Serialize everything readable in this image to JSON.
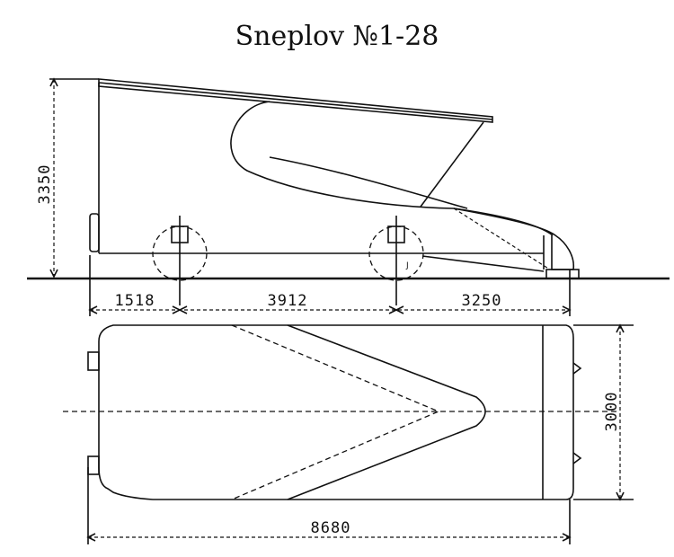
{
  "title": "Sneplov №1-28",
  "side_view": {
    "height_dimension": "3350",
    "wheel_label": "J",
    "horizontal_dimensions": [
      "1518",
      "3912",
      "3250"
    ]
  },
  "top_view": {
    "width_dimension": "3000",
    "overall_length_dimension": "8680"
  }
}
